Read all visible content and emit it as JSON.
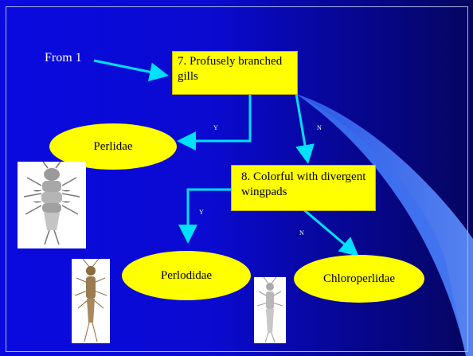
{
  "from_label": "From 1",
  "node7_text": "7. Profusely branched gills",
  "node8_text": "8. Colorful with divergent wingpads",
  "perlidae": "Perlidae",
  "perlodidae": "Perlodidae",
  "chloroperlidae": "Chloroperlidae",
  "edge_y1": "Y",
  "edge_n1": "N",
  "edge_y2": "Y",
  "edge_n2": "N",
  "colors": {
    "node_fill": "#ffff00",
    "arrow": "#00e0ff",
    "background": "#0a0ae0"
  }
}
